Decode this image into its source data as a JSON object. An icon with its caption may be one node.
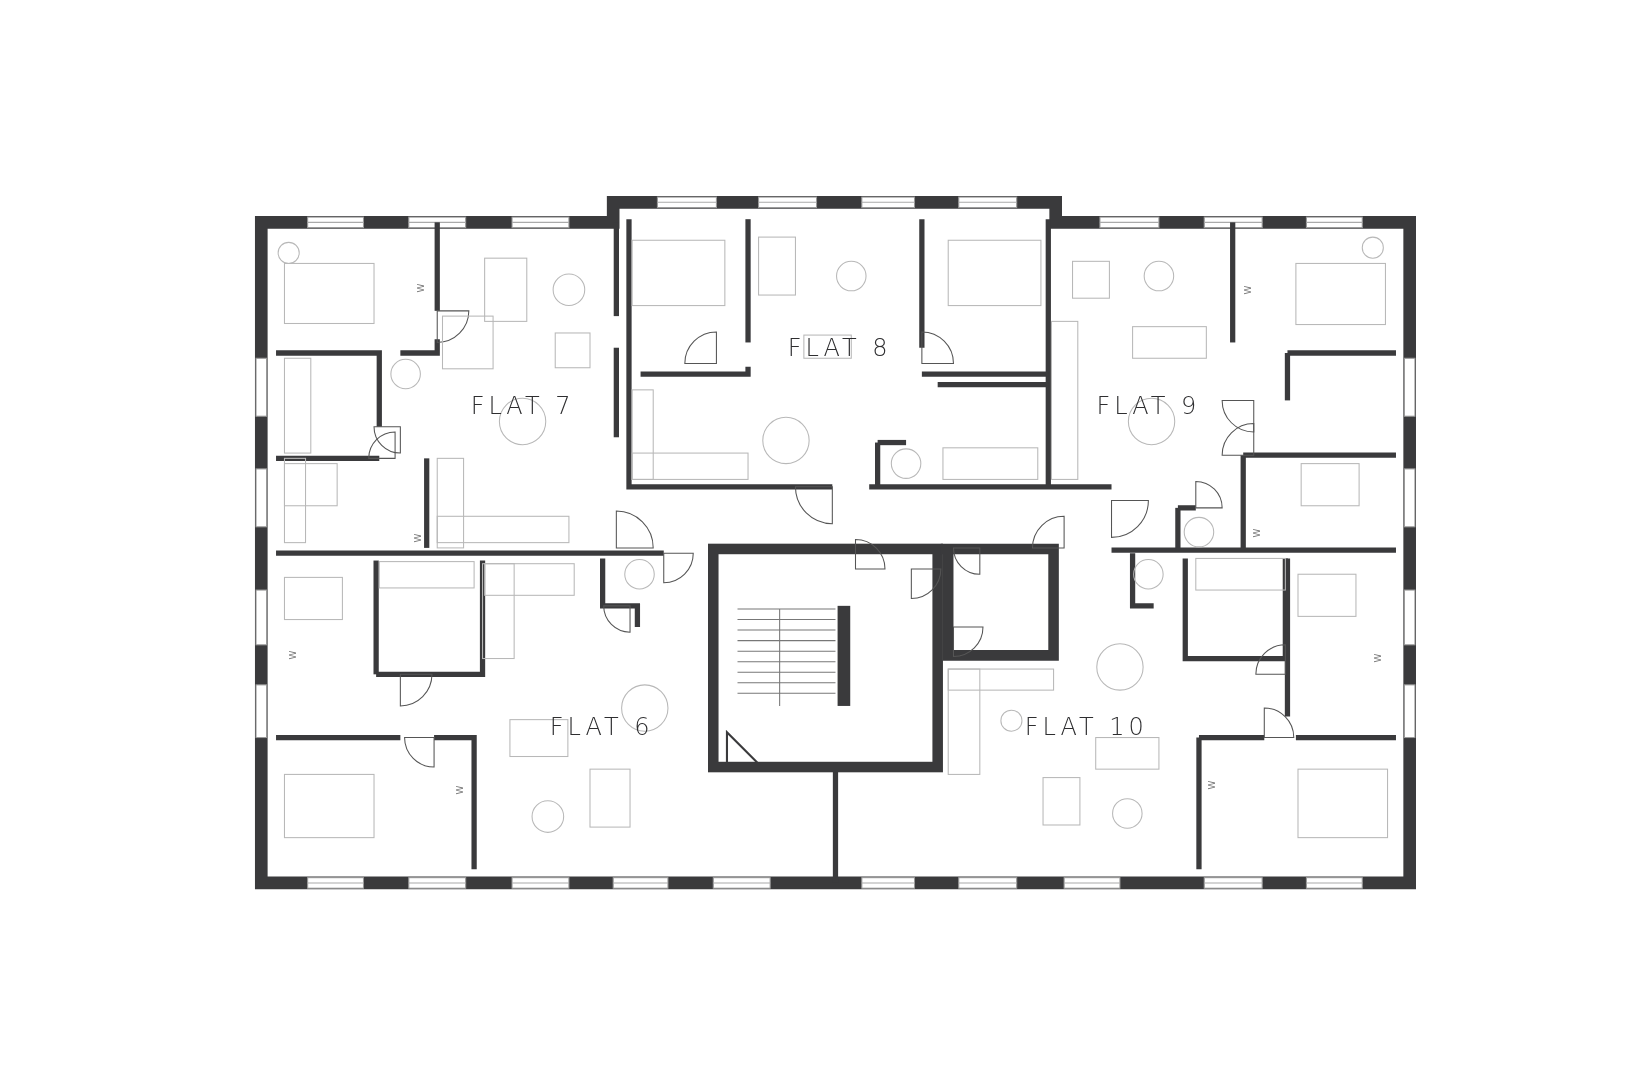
{
  "diagram": {
    "labels": [
      "FLAT 8",
      "W",
      "W",
      "FLAT 7",
      "FLAT 9",
      "W",
      "W",
      "W",
      "W",
      "FLAT 6",
      "FLAT 10",
      "W",
      "W"
    ]
  }
}
